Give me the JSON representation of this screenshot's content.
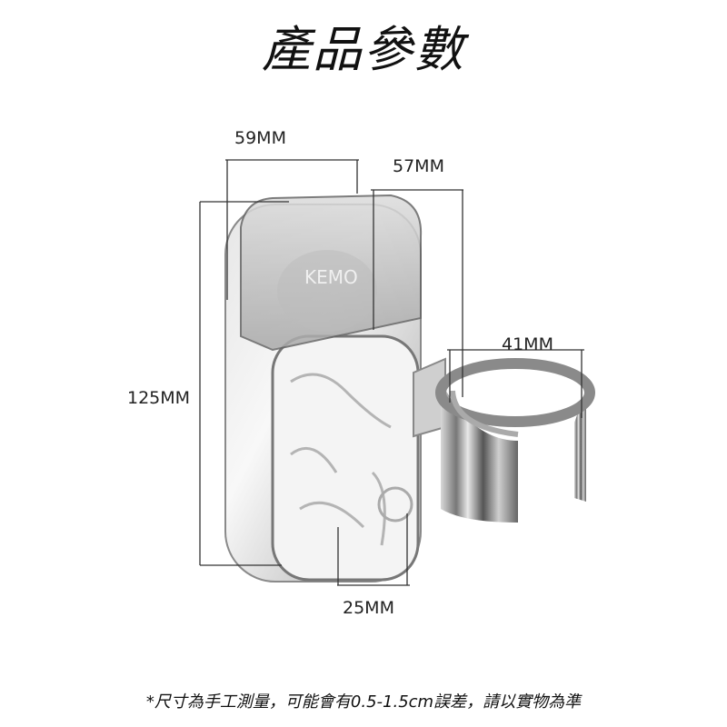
{
  "title": "產品參數",
  "brand_logo": "KEMO",
  "dimensions": {
    "width_top": "59MM",
    "depth": "57MM",
    "height": "125MM",
    "ring_diameter": "41MM",
    "bottom_width": "25MM"
  },
  "note": "*尺寸為手工測量，可能會有0.5-1.5cm誤差，請以實物為準"
}
